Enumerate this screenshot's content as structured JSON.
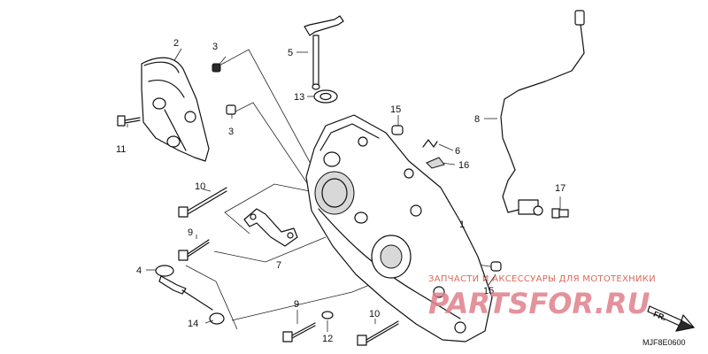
{
  "callouts": [
    {
      "id": "2",
      "label": "2"
    },
    {
      "id": "3a",
      "label": "3"
    },
    {
      "id": "3b",
      "label": "3"
    },
    {
      "id": "11",
      "label": "11"
    },
    {
      "id": "5",
      "label": "5"
    },
    {
      "id": "13",
      "label": "13"
    },
    {
      "id": "15a",
      "label": "15"
    },
    {
      "id": "6",
      "label": "6"
    },
    {
      "id": "16",
      "label": "16"
    },
    {
      "id": "8",
      "label": "8"
    },
    {
      "id": "17",
      "label": "17"
    },
    {
      "id": "10a",
      "label": "10"
    },
    {
      "id": "1",
      "label": "1"
    },
    {
      "id": "9a",
      "label": "9"
    },
    {
      "id": "7",
      "label": "7"
    },
    {
      "id": "4",
      "label": "4"
    },
    {
      "id": "14",
      "label": "14"
    },
    {
      "id": "9b",
      "label": "9"
    },
    {
      "id": "12",
      "label": "12"
    },
    {
      "id": "10b",
      "label": "10"
    },
    {
      "id": "15b",
      "label": "15"
    }
  ],
  "watermark": {
    "tagline": "ЗАПЧАСТИ И АКСЕССУАРЫ ДЛЯ МОТОТЕХНИКИ",
    "brand": "PARTSFOR.RU"
  },
  "diagram_code": "MJF8E0600",
  "direction_label": "FR.",
  "colors": {
    "line": "#111111",
    "watermark": "#e0808a",
    "tagline": "#d96a5a"
  }
}
